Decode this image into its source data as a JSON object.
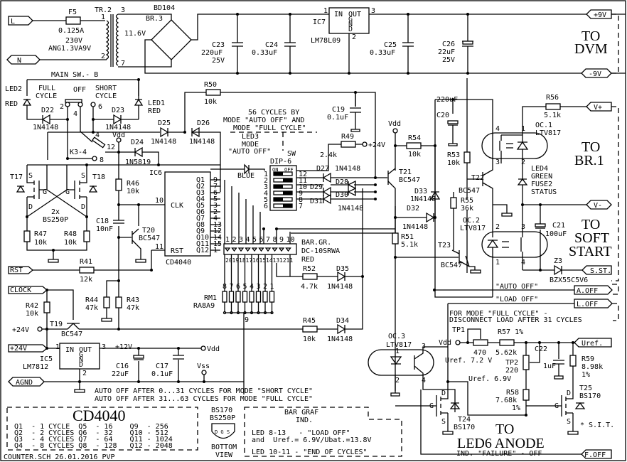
{
  "document": {
    "footer": "COUNTER.SCH 26.01.2016 PVP"
  },
  "connectors": {
    "L": "L",
    "N": "N",
    "plus9v": "+9V",
    "minus9v": "-9V",
    "vplus": "V+",
    "vminus": "V-",
    "sst": "S.ST.",
    "rst": "RST",
    "clock": "CLOCK",
    "plus24v": "+24V",
    "agnd": "AGND",
    "aoff": "A.OFF",
    "loff": "L.OFF",
    "uref": "Uref.",
    "foff": "F.OFF"
  },
  "destinations": {
    "dvm_1": "TO",
    "dvm_2": "DVM",
    "br1_1": "TO",
    "br1_2": "BR.1",
    "soft_1": "TO",
    "soft_2": "SOFT",
    "soft_3": "START",
    "led6_1": "TO",
    "led6_2": "LED6 ANODE",
    "led6_3": "IND. \"FAILURE\" - OFF"
  },
  "power": {
    "f5": "F5",
    "f5_val": "0.125A",
    "tr": "TR.2",
    "tr_v1": "230V",
    "tr_v2": "ANG1.3VA9V",
    "tr_sec": "11.6V",
    "tr_p1": "1",
    "tr_p2": "2",
    "tr_p3": "3",
    "tr_p7": "7",
    "br": "BR.3",
    "br_part": "BD104",
    "c23": "C23",
    "c23_v": "220uF",
    "c23_v2": "25V",
    "c24": "C24",
    "c24_v": "0.33uF",
    "ic7": "IC7",
    "ic7_part": "LM78L09",
    "ic7_in": "IN",
    "ic7_out": "OUT",
    "gnd_g": "G",
    "gnd_n": "N",
    "gnd_d": "D",
    "ic7_p1": "1",
    "ic7_p2": "2",
    "ic7_p3": "3",
    "c25": "C25",
    "c25_v": "0.33uF",
    "c26": "C26",
    "c26_v": "22uF",
    "c26_v2": "25V"
  },
  "switch": {
    "main": "MAIN SW.- B",
    "led2": "LED2",
    "led2_c": "RED",
    "full1": "FULL",
    "full2": "CYCLE",
    "off": "OFF",
    "short1": "SHORT",
    "short2": "CYCLE",
    "led1": "LED1",
    "led1_c": "RED",
    "p2": "2",
    "p4": "4",
    "p6": "6",
    "d22": "D22",
    "d22_v": "1N4148",
    "d23": "D23",
    "d23_v": "1N4148",
    "d25": "D25",
    "d25_v": "1N4148",
    "d26": "D26",
    "d26_v": "1N4148",
    "r50": "R50",
    "r50_v": "10k",
    "k34": "K3-4",
    "k_p4": "4",
    "k_p12": "12",
    "k_p8": "8",
    "vdd": "Vdd",
    "d24": "D24",
    "d24_v": "1N5819"
  },
  "flipflop": {
    "t17": "T17",
    "t18": "T18",
    "s": "S",
    "g": "G",
    "dd": "D",
    "part1": "2x",
    "part2": "BS250P",
    "r47": "R47",
    "r47_v": "10k",
    "r48": "R48",
    "r48_v": "10k",
    "r46": "R46",
    "r46_v": "10k",
    "c18": "C18",
    "c18_v": "10nF",
    "t20": "T20",
    "t20_v": "BC547",
    "r41": "R41",
    "r41_v": "12k"
  },
  "counter": {
    "ic6": "IC6",
    "part": "CD4040",
    "clk": "CLK",
    "rst": "RST",
    "p10": "10",
    "p11": "11",
    "outputs": [
      "Q1",
      "Q2",
      "Q3",
      "Q4",
      "Q5",
      "Q6",
      "Q7",
      "Q8",
      "Q9",
      "Q10",
      "Q11",
      "Q12"
    ],
    "pins": [
      "9",
      "7",
      "6",
      "5",
      "3",
      "2",
      "4",
      "13",
      "12",
      "14",
      "15",
      "1"
    ]
  },
  "dip": {
    "note1": "56 CYCLES BY",
    "note2": "MODE \"AUTO OFF\" AND",
    "note3": "MODE \"FULL CYCLE\"",
    "led3": "LED3",
    "led3_mode": "MODE",
    "led3_auto": "\"AUTO OFF\"",
    "led3_c": "BLUE",
    "sw": "SW",
    "sw_part": "DIP-6",
    "on": "ON",
    "offl": "OFF",
    "left_pins": [
      "1",
      "2",
      "3",
      "4",
      "5",
      "6"
    ],
    "right_pins": [
      "12",
      "11",
      "10",
      "9",
      "8",
      "7"
    ],
    "r49": "R49",
    "r49_v": "2.4k",
    "plus24": "+24V",
    "c19": "C19",
    "c19_v": "0.1uF",
    "d27": "D27",
    "d27_v": "1N4148",
    "d28": "D28",
    "d29": "D29",
    "d30": "D30",
    "d31": "D31",
    "d31_v": "1N4148"
  },
  "bargraph": {
    "name": "BAR.GR.",
    "part": "DC-10SRWA",
    "color": "RED",
    "top_pins": [
      "1",
      "2",
      "3",
      "4",
      "5",
      "6",
      "7",
      "8",
      "9",
      "10"
    ],
    "bot_pins": [
      "20",
      "19",
      "18",
      "17",
      "16",
      "15",
      "14",
      "13",
      "12",
      "11"
    ],
    "rm1": "RM1",
    "rm1_part": "RA8A9",
    "rm_pins": [
      "8",
      "7",
      "6",
      "5",
      "4",
      "3",
      "2",
      "1"
    ],
    "rm_common": "9",
    "r52": "R52",
    "r52_v": "4.7k",
    "d35": "D35",
    "d35_v": "1N4148",
    "r45": "R45",
    "r45_v": "10k",
    "d34": "D34",
    "d34_v": "1N4148"
  },
  "inputs": {
    "r42": "R42",
    "r42_v": "10k",
    "t19": "T19",
    "t19_v": "BC547",
    "p24": "+24V",
    "r44": "R44",
    "r44_v": "47k",
    "r43": "R43",
    "r43_v": "47k",
    "ic5": "IC5",
    "ic5_part": "LM7812",
    "in": "IN",
    "out": "OUT",
    "p1": "1",
    "p2": "2",
    "p3": "3",
    "p12v": "+12V",
    "vdd": "Vdd",
    "vss": "Vss",
    "c16": "C16",
    "c16_v": "22uF",
    "c17": "C17",
    "c17_v": "0.1uF"
  },
  "output_stage": {
    "vdd": "Vdd",
    "t21": "T21",
    "t21_v": "BC547",
    "r54": "R54",
    "r54_v": "10k",
    "d33": "D33",
    "d33_v": "1N4148",
    "d32": "D32",
    "d32_v": "1N4148",
    "r51": "R51",
    "r51_v": "5.1k",
    "r55": "R55",
    "r55_v": "36k",
    "t23": "T23",
    "t23_v": "BC547",
    "c20": "C20",
    "c20_v": "220uF",
    "r53": "R53",
    "r53_v": "10k",
    "t22": "T22",
    "t22_v": "BC547",
    "r56": "R56",
    "r56_v": "5.1k",
    "oc1": "OC.1",
    "oc1_v": "LTV817",
    "oc2": "OC.2",
    "oc2_v": "LTV817",
    "oc3": "OC.3",
    "oc3_v": "LTV817",
    "p1": "1",
    "p2": "2",
    "p3": "3",
    "p4": "4",
    "led4": "LED4",
    "led4_c": "GREEN",
    "led4_f": "FUSE2",
    "led4_s": "STATUS",
    "c21": "C21",
    "c21_v": "100uF",
    "z3": "Z3",
    "z3_v": "BZX55C5V6",
    "aoff_lbl": "\"AUTO OFF\"",
    "loff_lbl": "\"LOAD OFF\"",
    "note1": "FOR MODE \"FULL CYCLE\" -",
    "note2": "DISCONNECT LOAD AFTER 31 CYCLES"
  },
  "reference": {
    "vdd": "Vdd",
    "tp1": "TP1",
    "tp1_v": "470",
    "r57": "R57 1%",
    "r57_v": "5.62k",
    "uref1": "Uref. 7.2 V",
    "tp2": "TP2",
    "tp2_v": "220",
    "uref2": "Uref. 6.9V",
    "c22": "C22",
    "c22_v": "1uF",
    "r59": "R59",
    "r59_v": "8.98k",
    "r59_t": "1%",
    "r58": "R58",
    "r58_v": "7.68k",
    "r58_t": "1%",
    "t24": "T24",
    "t24_v": "BS170",
    "t25": "T25",
    "t25_v": "BS170",
    "sit": "* S.I.T.",
    "d": "D",
    "g": "G",
    "s": "S"
  },
  "notes": {
    "auto1": "AUTO OFF AFTER 0...31 CYCLES FOR MODE \"SHORT CYCLE\"",
    "auto2": "AUTO OFF AFTER 31...63 CYCLES FOR MODE \"FULL CYCLE\"",
    "table_title": "CD4040",
    "table_rows": [
      "Q1  - 1 CYCLE  Q5  - 16    Q9  - 256",
      "Q2  - 2 CYCLES Q6  - 32    Q10 - 512",
      "Q3  - 4 CYCLES Q7  - 64    Q11 - 1024",
      "Q4  - 8 CYCLES Q8  - 128   Q12 - 2048"
    ],
    "pkg1": "BS170",
    "pkg2": "BS250P",
    "pkg_pins": "D G S",
    "pkg3": "BOTTOM",
    "pkg4": "VIEW",
    "bar1": "BAR GRAF",
    "bar2": "IND.",
    "bar3": "LED 8-13   - \"LOAD OFF\"",
    "bar4": "and  Uref.= 6.9V/Ubat.=13.8V",
    "bar5": "LED 10-11 - \"END OF CYCLES\""
  }
}
